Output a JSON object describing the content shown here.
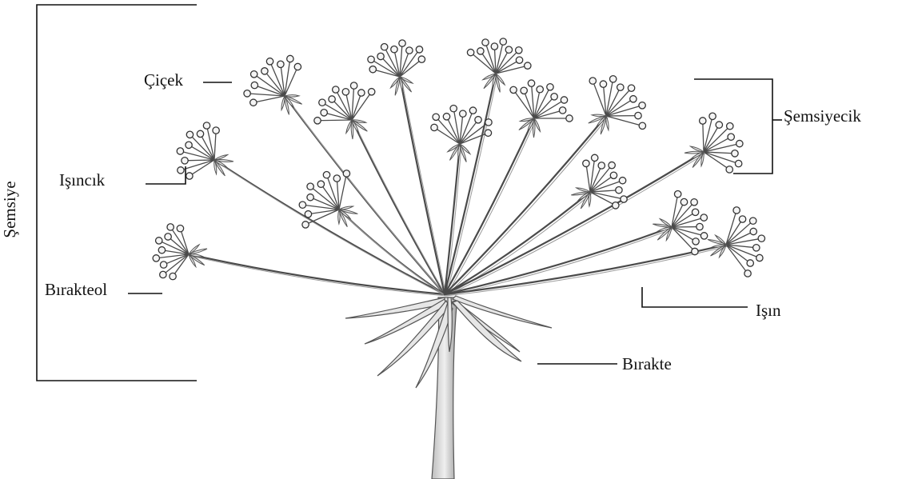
{
  "labels": {
    "flower": "Çiçek",
    "pedicel": "Işıncık",
    "bracteole": "Bırakteol",
    "umbellet": "Şemsiyecik",
    "ray": "Işın",
    "bract": "Bırakte",
    "umbel": "Şemsiye"
  },
  "colors": {
    "ink": "#111111",
    "pencil": "#4a4a4a",
    "shade": "#cfcfcf",
    "background": "#ffffff"
  }
}
